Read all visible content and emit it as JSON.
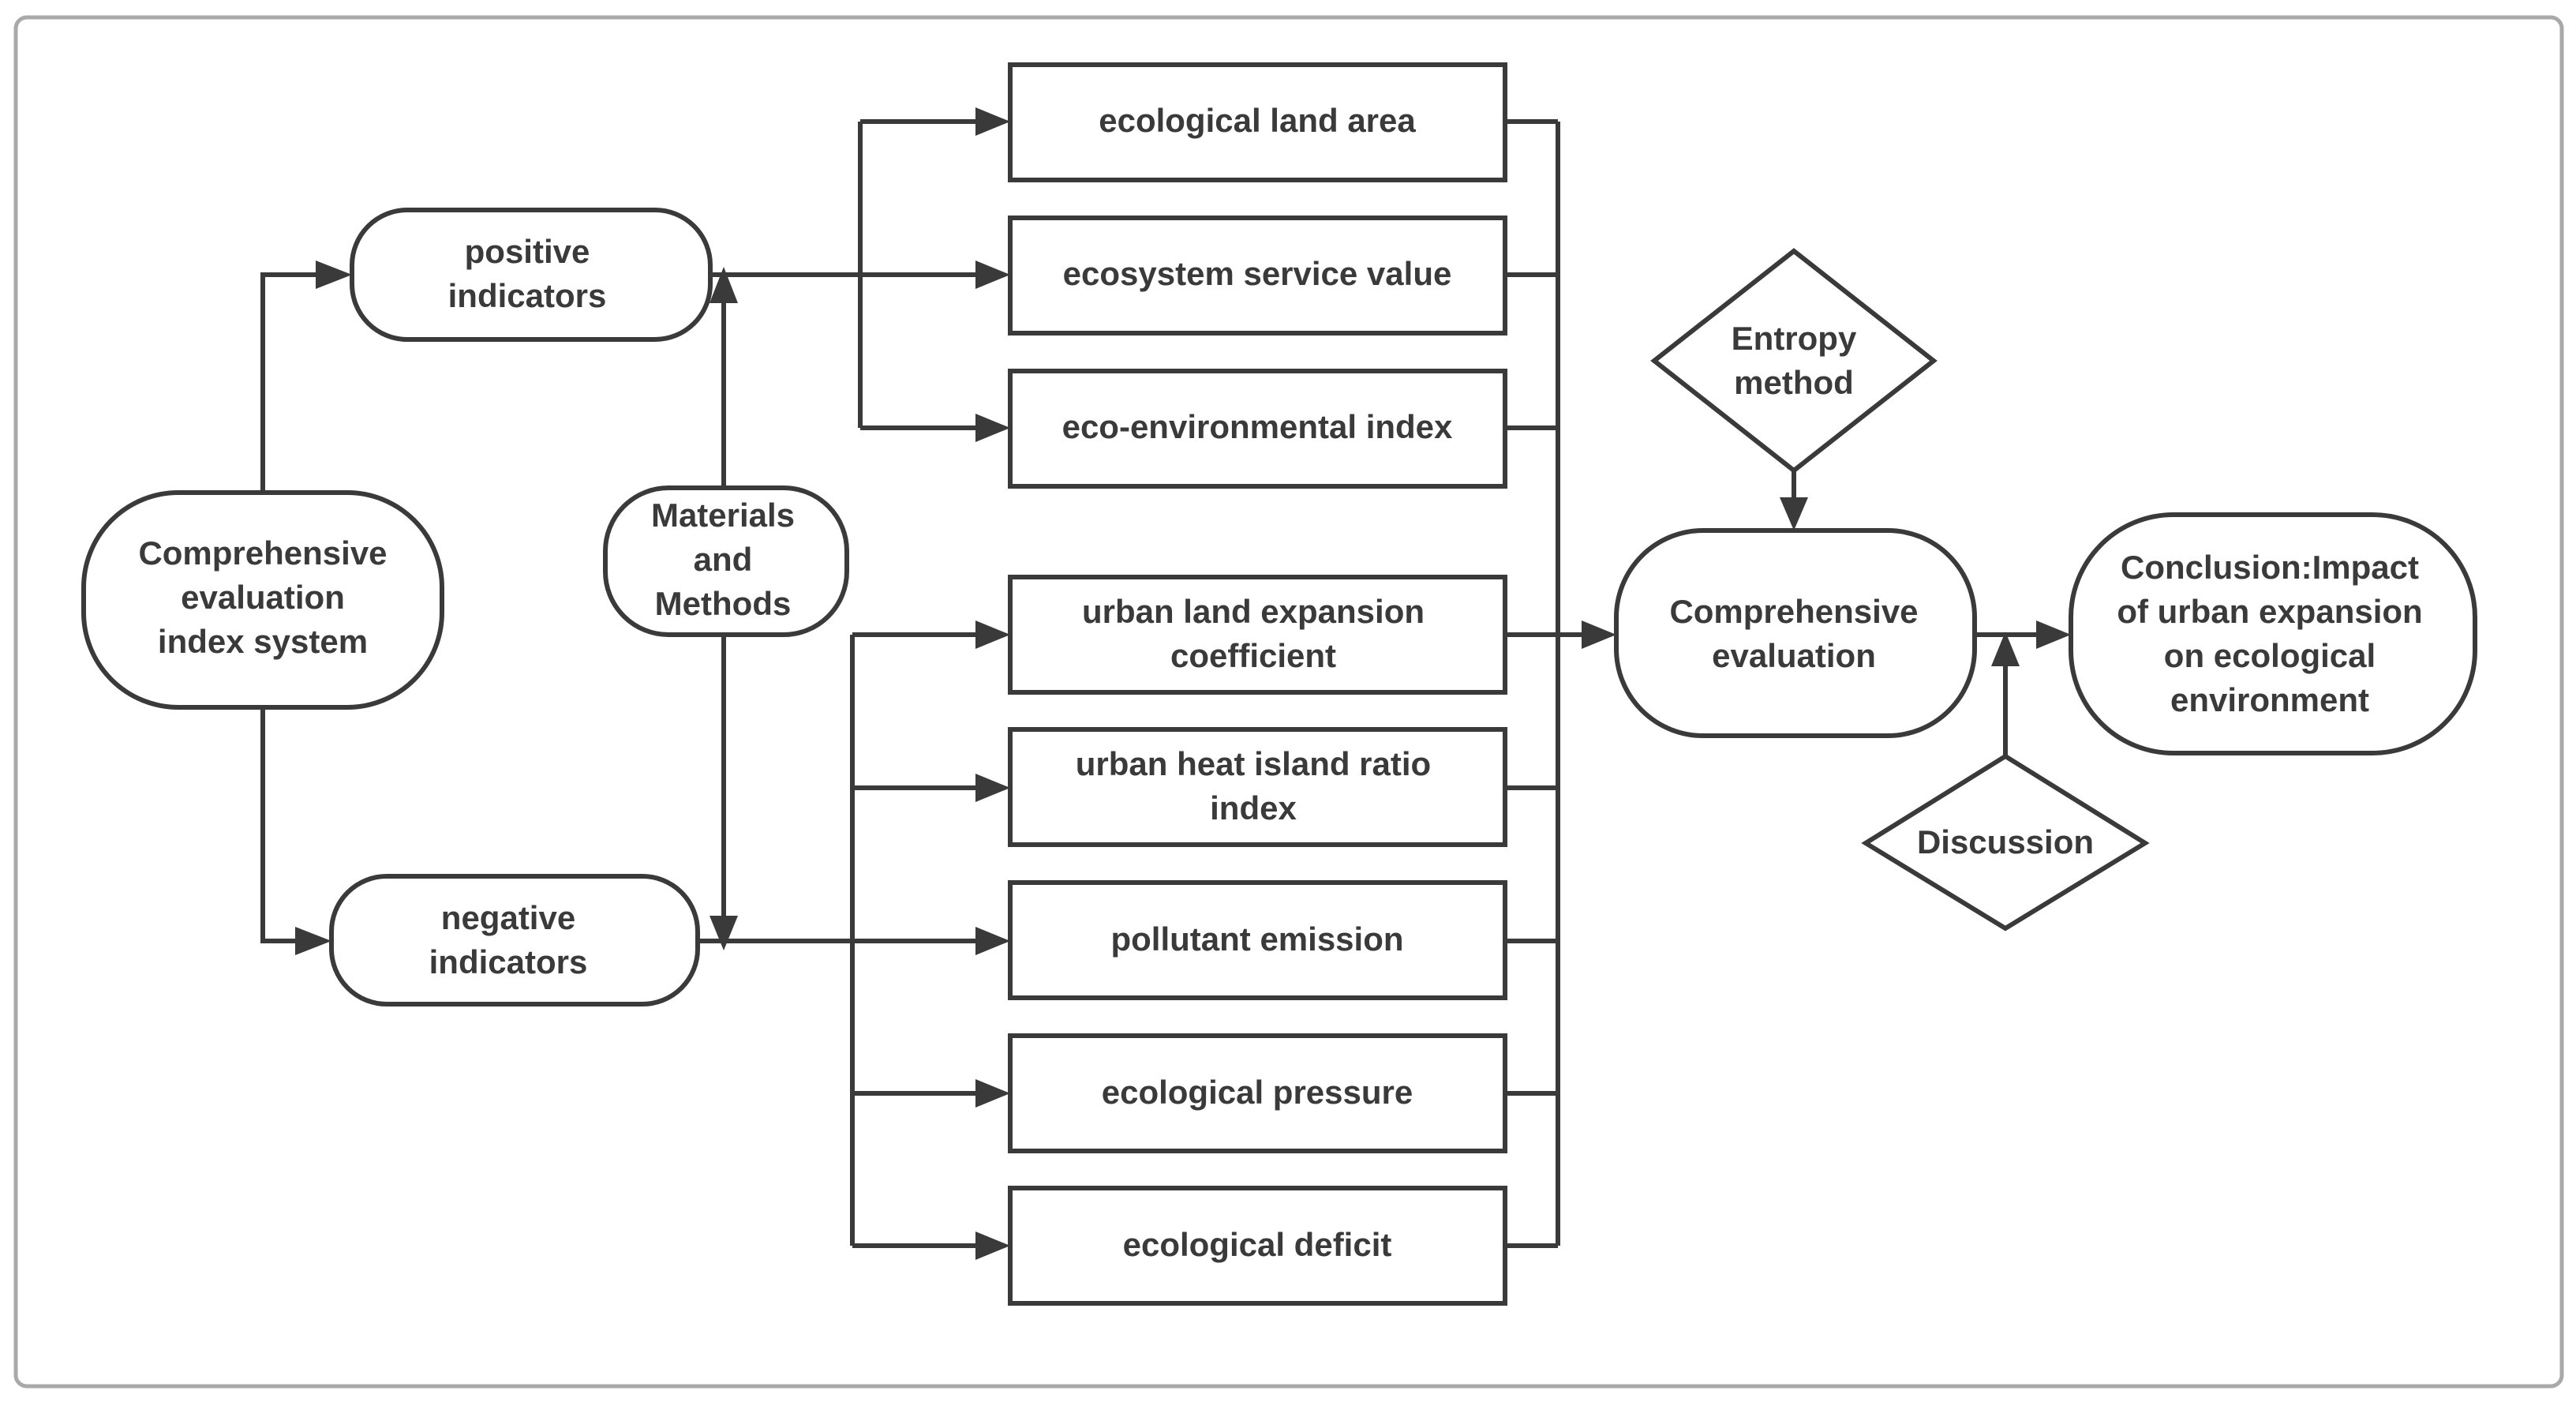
{
  "nodes": {
    "comprehensive_index": {
      "lines": [
        "Comprehensive",
        "evaluation",
        "index system"
      ]
    },
    "positive": {
      "lines": [
        "positive",
        "indicators"
      ]
    },
    "negative": {
      "lines": [
        "negative",
        "indicators"
      ]
    },
    "materials": {
      "lines": [
        "Materials",
        "and",
        "Methods"
      ]
    },
    "ecological_land_area": {
      "lines": [
        "ecological land area"
      ]
    },
    "ecosystem_service_value": {
      "lines": [
        "ecosystem service value"
      ]
    },
    "eco_environmental_index": {
      "lines": [
        "eco-environmental index"
      ]
    },
    "urban_land_expansion": {
      "lines": [
        "urban land expansion",
        "coefficient"
      ]
    },
    "urban_heat_island": {
      "lines": [
        "urban heat island ratio",
        "index"
      ]
    },
    "pollutant_emission": {
      "lines": [
        "pollutant emission"
      ]
    },
    "ecological_pressure": {
      "lines": [
        "ecological pressure"
      ]
    },
    "ecological_deficit": {
      "lines": [
        "ecological deficit"
      ]
    },
    "entropy": {
      "lines": [
        "Entropy",
        "method"
      ]
    },
    "comprehensive_eval": {
      "lines": [
        "Comprehensive",
        "evaluation"
      ]
    },
    "discussion": {
      "lines": [
        "Discussion"
      ]
    },
    "conclusion": {
      "lines": [
        "Conclusion:Impact",
        "of urban expansion",
        "on ecological",
        "environment"
      ]
    }
  },
  "colors": {
    "stroke": "#3a3a3a",
    "frame": "#a9a9a9",
    "background": "#ffffff"
  }
}
